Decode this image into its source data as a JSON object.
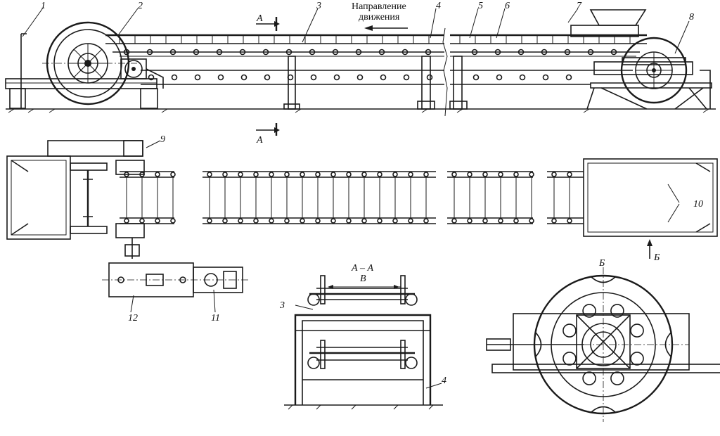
{
  "title": "",
  "direction_caption": {
    "line1": "Направление",
    "line2": "движения"
  },
  "section": {
    "mark": "А",
    "view_label": "А – А",
    "width_label": "В",
    "view_b_mark": "Б"
  },
  "callouts": [
    "1",
    "2",
    "3",
    "4",
    "5",
    "6",
    "7",
    "8",
    "9",
    "10",
    "11",
    "12"
  ],
  "callouts_section": [
    "3",
    "4"
  ]
}
